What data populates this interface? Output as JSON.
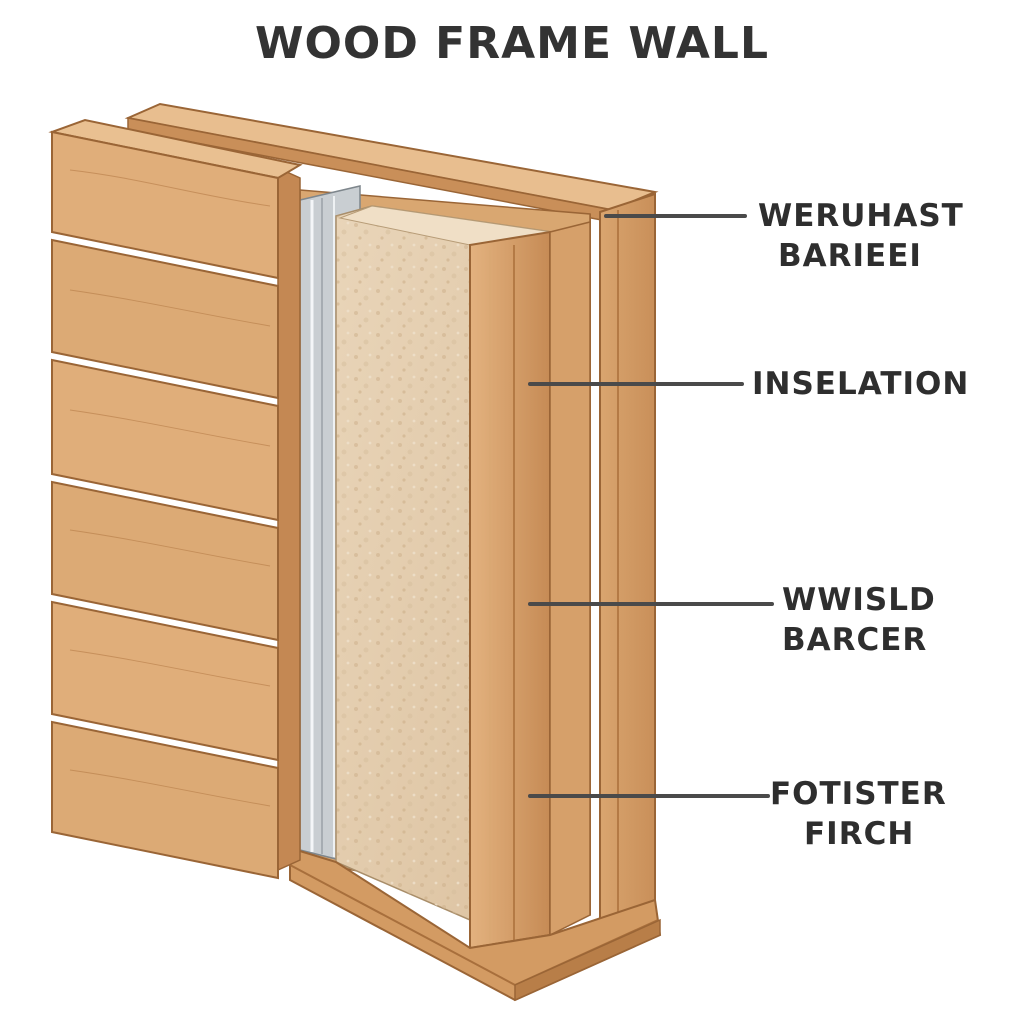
{
  "title": "WOOD FRAME WALL",
  "callouts": [
    {
      "id": "weather-barrier",
      "lines": [
        "WERUHAST",
        "BARIEEI"
      ]
    },
    {
      "id": "insulation",
      "lines": [
        "INSELATION"
      ]
    },
    {
      "id": "wind-barrier",
      "lines": [
        "WWISLD",
        "BARCER"
      ]
    },
    {
      "id": "interior-finish",
      "lines": [
        "FOTISTER",
        "FIRCH"
      ]
    }
  ],
  "colors": {
    "title": "#333333",
    "wood_light": "#E2B07E",
    "wood_mid": "#D29A64",
    "wood_dark": "#A86F3C",
    "insulation": "#E4CDAE",
    "membrane": "#C9CED2",
    "leader_line": "#4A4A4A"
  }
}
